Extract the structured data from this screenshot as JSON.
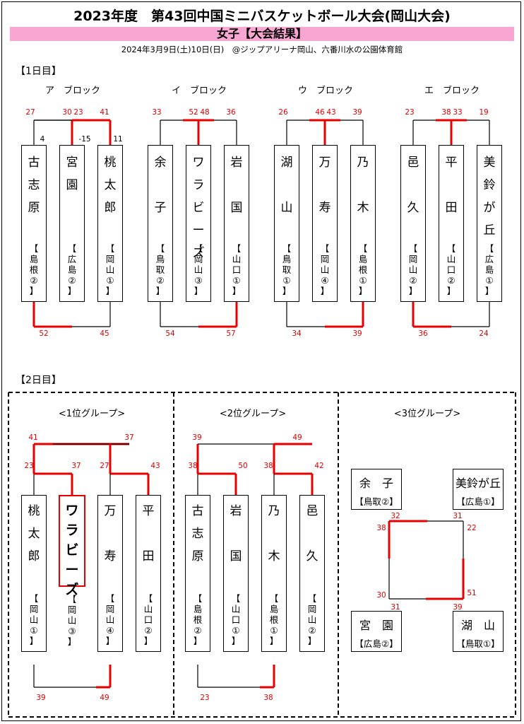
{
  "header": {
    "title": "2023年度　第43回中国ミニバスケットボール大会(岡山大会)",
    "subtitle": "女子【大会結果】",
    "date_line": "2024年3月9日(土)10日(日)　@ジップアリーナ岡山、六番川水の公園体育館"
  },
  "day1": {
    "label": "【1日目】",
    "blocks": [
      {
        "name": "ア　ブロック",
        "teams": [
          {
            "name": "古\n志\n原",
            "pref": "【\n島\n根\n②\n】"
          },
          {
            "name": "宮\n園",
            "pref": "【\n広\n島\n②\n】"
          },
          {
            "name": "桃\n太\n郎",
            "pref": "【\n岡\n山\n①\n】"
          }
        ],
        "top_scores": [
          "27",
          "30",
          "23",
          "41"
        ],
        "diffs": [
          "4",
          "-15",
          "11"
        ],
        "bottom_scores": [
          "52",
          "45"
        ]
      },
      {
        "name": "イ　ブロック",
        "teams": [
          {
            "name": "余\n\n子",
            "pref": "【\n鳥\n取\n②\n】"
          },
          {
            "name": "ワ\nラ\nビ\nー\nズ",
            "pref": "【\n岡\n山\n③\n】"
          },
          {
            "name": "岩\n\n国",
            "pref": "【\n山\n口\n①\n】"
          }
        ],
        "top_scores": [
          "33",
          "52",
          "48",
          "36"
        ],
        "bottom_scores": [
          "54",
          "57"
        ]
      },
      {
        "name": "ウ　ブロック",
        "teams": [
          {
            "name": "湖\n\n山",
            "pref": "【\n鳥\n取\n①\n】"
          },
          {
            "name": "万\n\n寿",
            "pref": "【\n岡\n山\n④\n】"
          },
          {
            "name": "乃\n\n木",
            "pref": "【\n島\n根\n①\n】"
          }
        ],
        "top_scores": [
          "26",
          "46",
          "43",
          "39"
        ],
        "bottom_scores": [
          "34",
          "39"
        ]
      },
      {
        "name": "エ　ブロック",
        "teams": [
          {
            "name": "邑\n\n久",
            "pref": "【\n岡\n山\n②\n】"
          },
          {
            "name": "平\n\n田",
            "pref": "【\n山\n口\n②\n】"
          },
          {
            "name": "美\n鈴\nが\n丘",
            "pref": "【\n広\n島\n①\n】"
          }
        ],
        "top_scores": [
          "23",
          "38",
          "33",
          "19"
        ],
        "bottom_scores": [
          "36",
          "24"
        ]
      }
    ]
  },
  "day2": {
    "label": "【2日目】",
    "groups": [
      {
        "name": "<1位グループ>",
        "teams": [
          {
            "name": "桃\n太\n郎",
            "pref": "【\n岡\n山\n①\n】"
          },
          {
            "name": "ワ\nラ\nビ\nー\nズ",
            "pref": "【\n岡\n山\n③\n】"
          },
          {
            "name": "万\n\n寿",
            "pref": "【\n岡\n山\n④\n】"
          },
          {
            "name": "平\n\n田",
            "pref": "【\n山\n口\n②\n】"
          }
        ],
        "scores": [
          "41",
          "37",
          "23",
          "37",
          "27",
          "43"
        ],
        "bottom_scores": [
          "39",
          "49"
        ]
      },
      {
        "name": "<2位グループ>",
        "teams": [
          {
            "name": "古\n志\n原",
            "pref": "【\n島\n根\n②\n】"
          },
          {
            "name": "岩\n\n国",
            "pref": "【\n山\n口\n①\n】"
          },
          {
            "name": "乃\n\n木",
            "pref": "【\n島\n根\n①\n】"
          },
          {
            "name": "邑\n\n久",
            "pref": "【\n岡\n山\n②\n】"
          }
        ],
        "scores": [
          "39",
          "49",
          "38",
          "50",
          "38",
          "42"
        ],
        "bottom_scores": [
          "23",
          "38"
        ]
      },
      {
        "name": "<3位グループ>",
        "teams": [
          {
            "name": "余　子",
            "pref": "【鳥取②】"
          },
          {
            "name": "美鈴が丘",
            "pref": "【広島①】"
          },
          {
            "name": "宮　園",
            "pref": "【広島②】"
          },
          {
            "name": "湖　山",
            "pref": "【鳥取①】"
          }
        ],
        "scores": [
          "32",
          "31",
          "38",
          "22",
          "30",
          "51",
          "31",
          "39"
        ]
      }
    ]
  },
  "colors": {
    "win_line": "#e60000",
    "score_text": "#e60000",
    "subtitle_bg": "#f7a7d1"
  }
}
